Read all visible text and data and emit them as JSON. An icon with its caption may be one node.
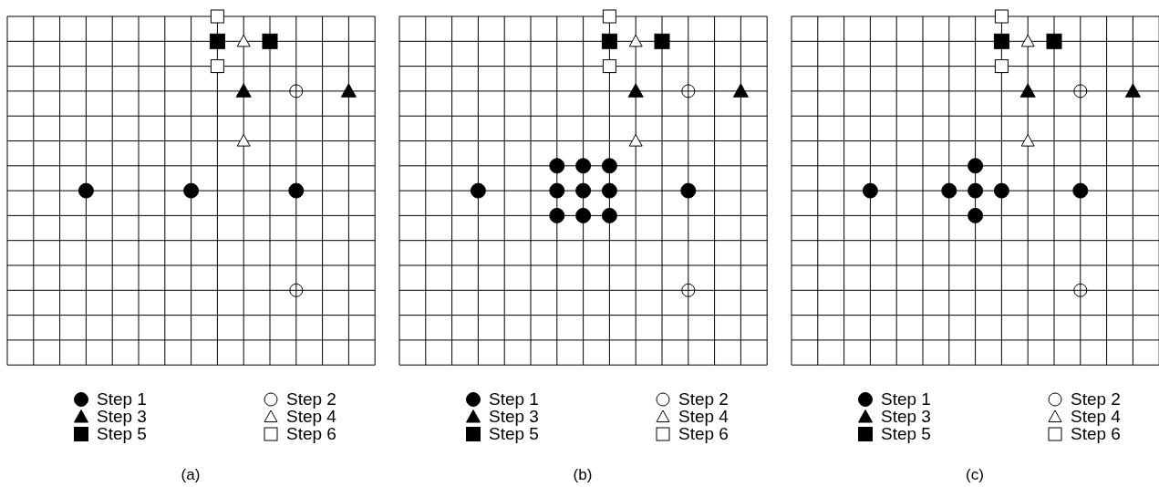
{
  "diagram": {
    "labels": [
      "(a)",
      "(b)",
      "(c)"
    ],
    "legend": [
      {
        "text": "Step 1"
      },
      {
        "text": "Step 2"
      },
      {
        "text": "Step 3"
      },
      {
        "text": "Step 4"
      },
      {
        "text": "Step 5"
      },
      {
        "text": "Step 6"
      },
      {
        "text": "Step 1"
      },
      {
        "text": "Step 2"
      },
      {
        "text": "Step 3"
      },
      {
        "text": "Step 4"
      },
      {
        "text": "Step 5"
      },
      {
        "text": "Step 6"
      },
      {
        "text": "Step 1"
      },
      {
        "text": "Step 2"
      },
      {
        "text": "Step 3"
      },
      {
        "text": "Step 4"
      },
      {
        "text": "Step 5"
      },
      {
        "text": "Step 6"
      }
    ]
  }
}
